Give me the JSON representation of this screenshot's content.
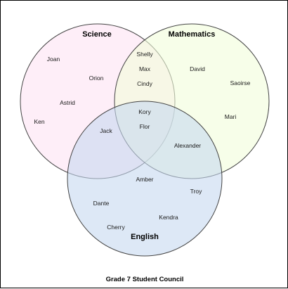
{
  "diagram": {
    "caption": "Grade 7 Student Council",
    "sets": [
      {
        "id": "science",
        "label": "Science",
        "fill": "#fde2f3",
        "stroke": "#444444"
      },
      {
        "id": "mathematics",
        "label": "Mathematics",
        "fill": "#f2fdda",
        "stroke": "#444444"
      },
      {
        "id": "english",
        "label": "English",
        "fill": "#c7d8f0",
        "stroke": "#444444"
      }
    ],
    "members": {
      "science_only": [
        "Joan",
        "Orion",
        "Astrid",
        "Ken"
      ],
      "mathematics_only": [
        "David",
        "Saoirse",
        "Mari"
      ],
      "english_only": [
        "Amber",
        "Troy",
        "Dante",
        "Kendra",
        "Cherry"
      ],
      "science_mathematics": [
        "Shelly",
        "Max",
        "Cindy"
      ],
      "science_english": [
        "Jack"
      ],
      "mathematics_english": [
        "Alexander"
      ],
      "all_three": [
        "Kory",
        "Flor"
      ]
    }
  }
}
